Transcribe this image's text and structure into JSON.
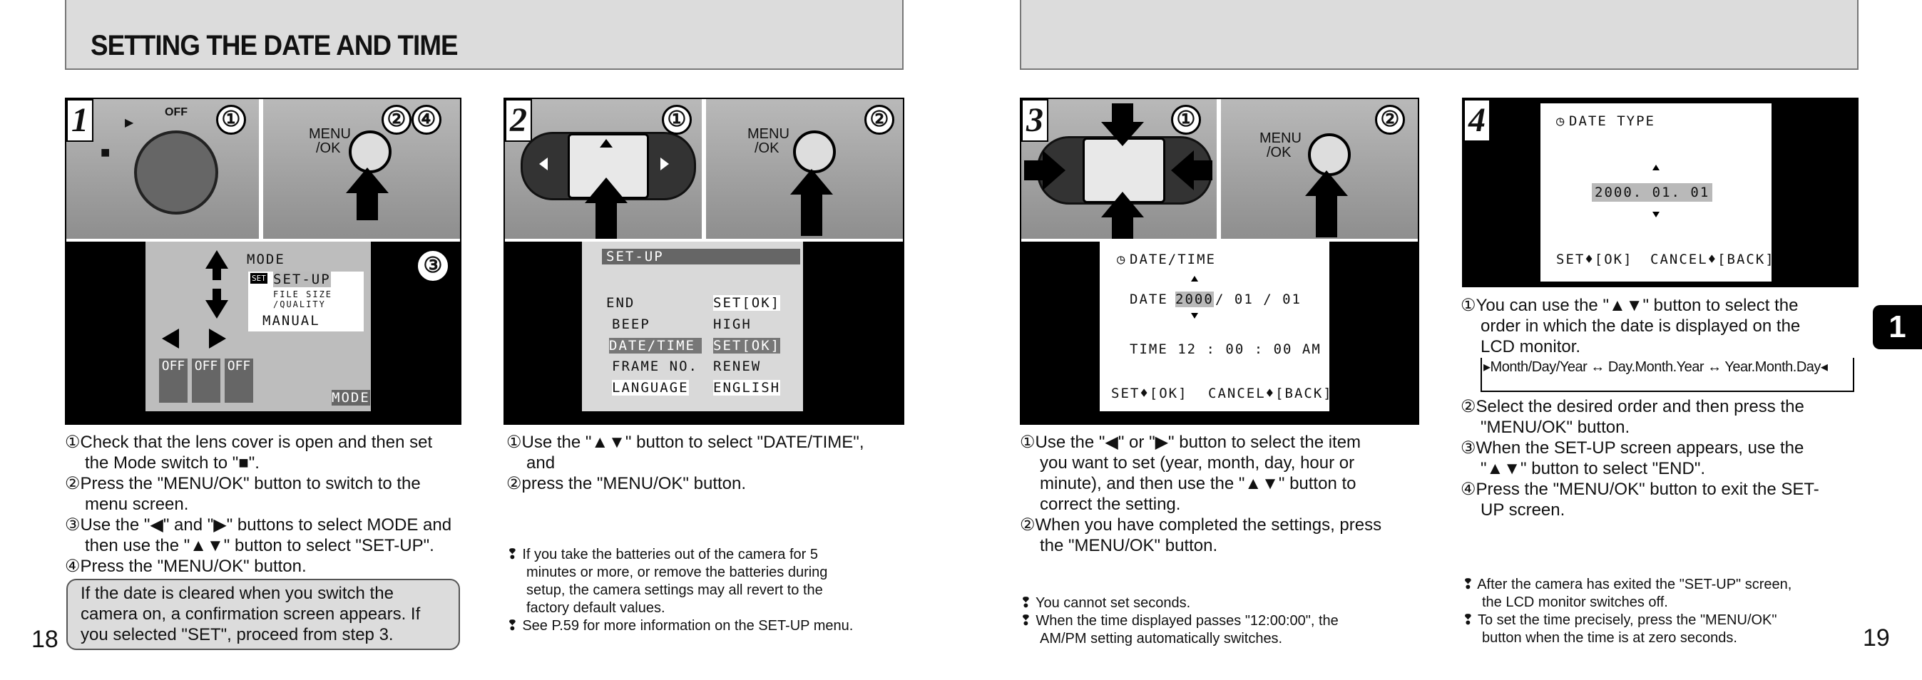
{
  "left_page": {
    "title": "SETTING THE DATE AND TIME",
    "page_number": "18"
  },
  "right_page": {
    "page_number": "19",
    "chapter_tab": "1"
  },
  "step1": {
    "number": "1",
    "dial_off": "OFF",
    "menu_label_line1": "MENU",
    "menu_label_line2": "/OK",
    "markers": [
      "①",
      "②",
      "④",
      "③"
    ],
    "lcd": {
      "mode_header": "MODE",
      "setup_icon": "SET",
      "menu_items": [
        "SET-UP",
        "FILE SIZE",
        "/QUALITY",
        "MANUAL"
      ],
      "off_labels": [
        "OFF",
        "OFF",
        "OFF"
      ],
      "mode_footer": "MODE"
    },
    "instructions": [
      "①Check that the lens cover is open and then set",
      "the Mode switch to \"■\".",
      "②Press the \"MENU/OK\" button to switch to the",
      "menu screen.",
      "③Use the \"◀\" and \"▶\" buttons to select MODE and",
      "then use the \"▲▼\" button to select \"SET-UP\".",
      "④Press the \"MENU/OK\" button."
    ],
    "callout": [
      "If the date is cleared when you switch the",
      "camera on, a confirmation screen appears. If",
      "you selected \"SET\", proceed from step 3."
    ]
  },
  "step2": {
    "number": "2",
    "menu_label_line1": "MENU",
    "menu_label_line2": "/OK",
    "markers": [
      "①",
      "②"
    ],
    "lcd": {
      "header": "SET-UP",
      "rows": [
        {
          "label": "END",
          "value": "SET[OK]"
        },
        {
          "label": "BEEP",
          "value": "HIGH"
        },
        {
          "label": "DATE/TIME",
          "value": "SET[OK]"
        },
        {
          "label": "FRAME NO.",
          "value": "RENEW"
        },
        {
          "label": "LANGUAGE",
          "value": "ENGLISH"
        }
      ]
    },
    "instructions": [
      "①Use the \"▲▼\" button to select \"DATE/TIME\",",
      "and",
      "②press the \"MENU/OK\" button."
    ],
    "notes": [
      "If you take the batteries out of the camera for 5",
      "minutes or more, or remove the batteries during",
      "setup, the camera settings may all revert to the",
      "factory default values.",
      "See P.59 for more information on the SET-UP menu."
    ]
  },
  "step3": {
    "number": "3",
    "menu_label_line1": "MENU",
    "menu_label_line2": "/OK",
    "markers": [
      "①",
      "②"
    ],
    "lcd": {
      "header": "DATE/TIME",
      "date_label": "DATE",
      "date_year": "2000",
      "date_rest": "/ 01 / 01",
      "time_line": "TIME 12 : 00 : 00 AM",
      "set_label": "SET♦[OK]",
      "cancel_label": "CANCEL♦[BACK]"
    },
    "instructions": [
      "①Use the \"◀\" or \"▶\" button to select the item",
      "you want to set (year, month, day, hour or",
      "minute), and then use the \"▲▼\" button to",
      "correct the setting.",
      "②When you have completed the settings, press",
      "the \"MENU/OK\" button."
    ],
    "notes": [
      "You cannot set seconds.",
      "When the time displayed passes \"12:00:00\", the",
      "AM/PM setting automatically switches."
    ]
  },
  "step4": {
    "number": "4",
    "lcd": {
      "header": "DATE TYPE",
      "date_value": "2000. 01. 01",
      "set_label": "SET♦[OK]",
      "cancel_label": "CANCEL♦[BACK]"
    },
    "instructions": [
      "①You can use the \"▲▼\" button to select the",
      "order in which the date is displayed on the",
      "LCD monitor."
    ],
    "order_cycle": [
      "Month/Day/Year",
      "Day.Month.Year",
      "Year.Month.Day"
    ],
    "instructions2": [
      "②Select the desired order and then press the",
      "\"MENU/OK\" button.",
      "③When the SET-UP screen appears, use the",
      "\"▲▼\" button to select \"END\".",
      "④Press the \"MENU/OK\" button to exit the SET-",
      "UP screen."
    ],
    "notes": [
      "After the camera has exited the \"SET-UP\" screen,",
      "the LCD monitor switches off.",
      "To set the time precisely, press the \"MENU/OK\"",
      "button when the time is at zero seconds."
    ]
  }
}
